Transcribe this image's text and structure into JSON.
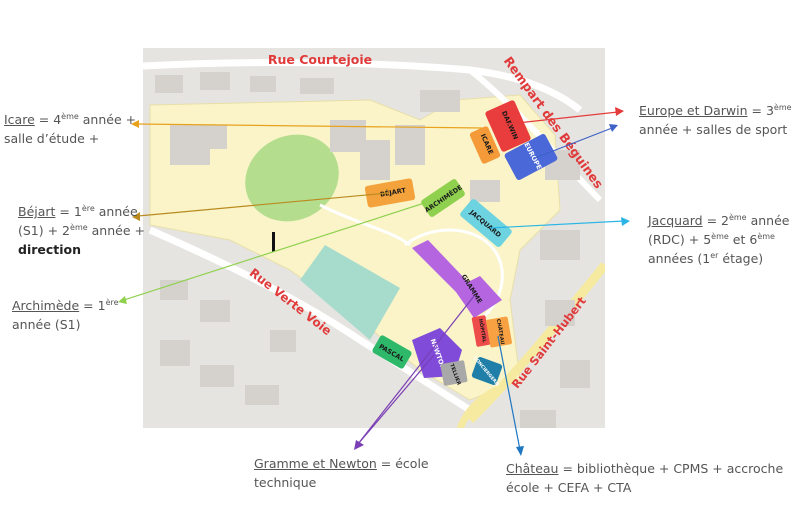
{
  "roads": {
    "courtejoie": "Rue Courtejoie",
    "beguines": "Rempart des Béguines",
    "verte_voie": "Rue Verte Voie",
    "saint_hubert": "Rue Saint-Hubert"
  },
  "buildings": {
    "darwin": "DARWIN",
    "icare": "ICARE",
    "europe": "EUROPE",
    "bejart": "BÉJART",
    "archimede": "ARCHIMÈDE",
    "jacquard": "JACQUARD",
    "gramme": "GRAMME",
    "hopital": "HÔPITAL",
    "chateau": "CHÂTEAU",
    "pascal": "PASCAL",
    "newton": "NEWTON",
    "tellier": "TELLIER",
    "conciergerie": "CONCIERGERIE"
  },
  "annotations": {
    "icare": {
      "name": "Icare",
      "eq": " = 4",
      "sup": "ème",
      "rest": " année +",
      "line2": "salle d’étude +",
      "color": "#e8a21c"
    },
    "europe_darwin": {
      "name": "Europe et Darwin",
      "eq": " = 3",
      "sup": "ème",
      "line2": "année + salles de sport",
      "color_red": "#e53b3b",
      "color_blue": "#3e62c8"
    },
    "bejart": {
      "name": "Béjart",
      "eq": " = 1",
      "sup1": "ère",
      "mid": " année",
      "line2a": "(S1) + 2",
      "sup2": "ème",
      "line2b": " année +",
      "line3": "direction",
      "color": "#b98b1e"
    },
    "jacquard": {
      "name": "Jacquard",
      "eq": " = 2",
      "sup1": "ème",
      "mid": " année",
      "line2a": "(RDC) + 5",
      "sup2": "ème",
      "line2b": " et 6",
      "sup3": "ème",
      "line3a": "années (1",
      "sup4": "er",
      "line3b": " étage)",
      "color": "#2ab5e6"
    },
    "archimede": {
      "name": "Archimède",
      "eq": " = 1",
      "sup": "ère",
      "line2": "année (S1)",
      "color": "#8fd14f"
    },
    "gramme_newton": {
      "name": "Gramme et Newton",
      "eq": " = école",
      "line2": "technique",
      "color": "#7a3fb5"
    },
    "chateau": {
      "name": "Château",
      "eq": " = bibliothèque + CPMS + accroche",
      "line2": "école + CEFA + CTA",
      "color": "#1f77c2"
    }
  }
}
